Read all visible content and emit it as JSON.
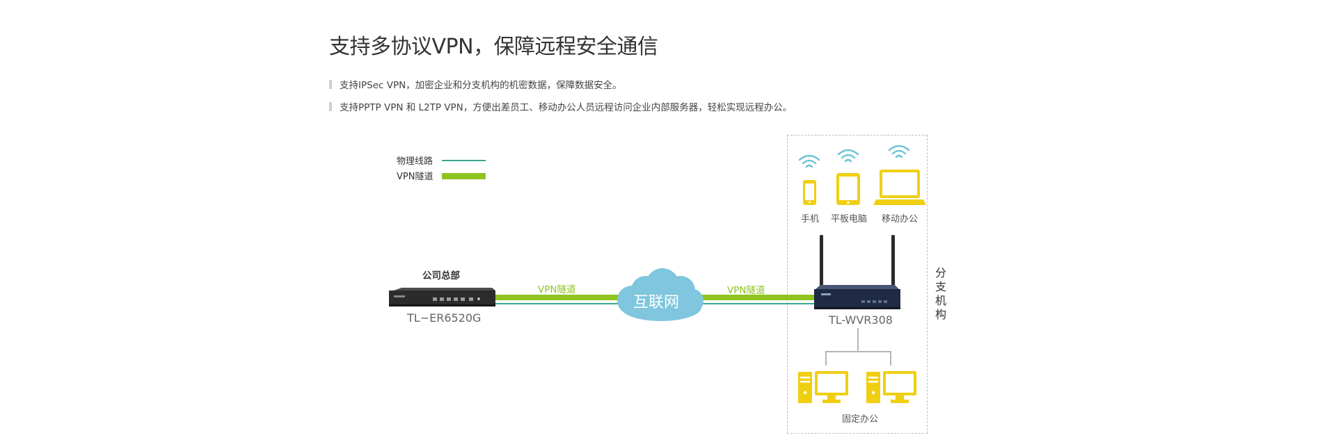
{
  "header": {
    "title": "支持多协议VPN，保障远程安全通信",
    "bullets": [
      "支持IPSec VPN，加密企业和分支机构的机密数据，保障数据安全。",
      "支持PPTP VPN 和 L2TP VPN，方便出差员工、移动办公人员远程访问企业内部服务器，轻松实现远程办公。"
    ]
  },
  "legend": {
    "physical": "物理线路",
    "vpn": "VPN隧道"
  },
  "diagram": {
    "hq_label": "公司总部",
    "hq_model": "TL−ER6520G",
    "vpn_left": "VPN隧道",
    "vpn_right": "VPN隧道",
    "cloud": "互联网",
    "branch_model": "TL-WVR308",
    "branch_label": "分支机构",
    "devices": {
      "phone": "手机",
      "tablet": "平板电脑",
      "laptop": "移动办公",
      "fixed": "固定办公"
    }
  },
  "colors": {
    "physical_line": "#3aa58e",
    "vpn_line": "#8fc31f",
    "cloud": "#7fc6de",
    "wifi": "#6fc3d6",
    "device": "#f0cf13",
    "router": "#1f2a44"
  }
}
